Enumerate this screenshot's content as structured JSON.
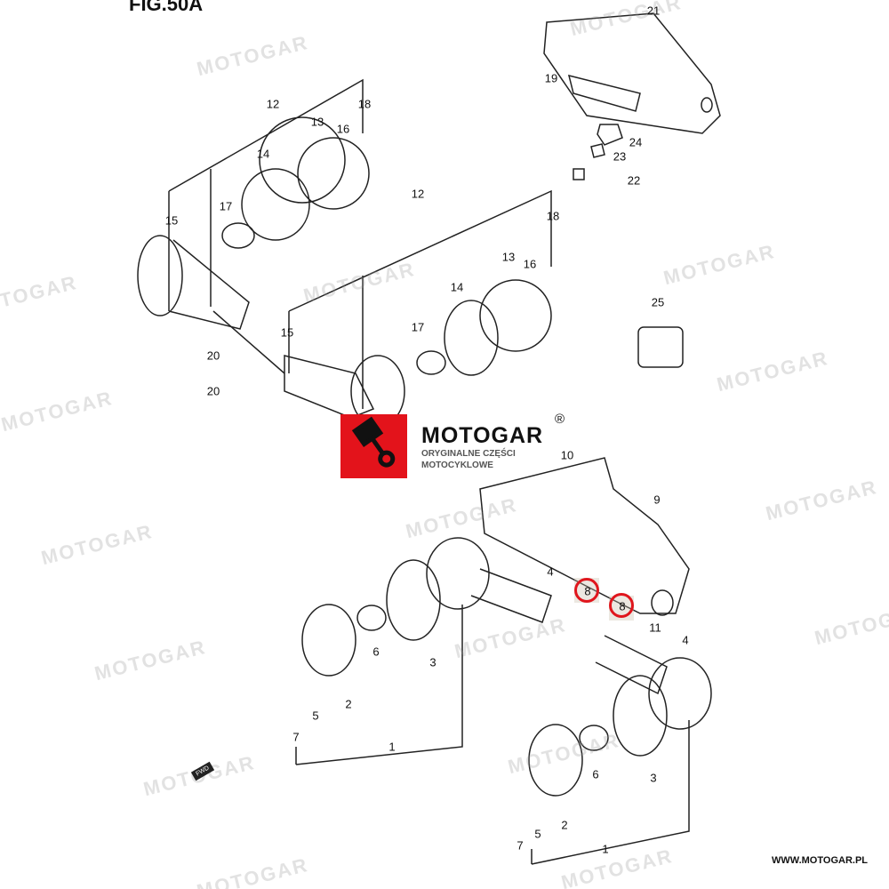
{
  "heading": "FIG.50A",
  "brand": {
    "name": "MOTOGAR",
    "registered": "®",
    "tagline_1": "ORYGINALNE CZĘŚCI",
    "tagline_2": "MOTOCYKLOWE",
    "url": "WWW.MOTOGAR.PL",
    "color": "#e3131b"
  },
  "watermark": "MOTOGAR",
  "fwd_label": "FWD",
  "highlight_color": "#e0161d",
  "labels": [
    "21",
    "19",
    "24",
    "23",
    "22",
    "12",
    "13",
    "18",
    "16",
    "14",
    "17",
    "15",
    "12",
    "18",
    "13",
    "16",
    "14",
    "17",
    "15",
    "20",
    "20",
    "25",
    "10",
    "9",
    "4",
    "8",
    "8",
    "11",
    "4",
    "6",
    "3",
    "2",
    "5",
    "7",
    "1",
    "6",
    "3",
    "2",
    "5",
    "7",
    "1"
  ]
}
